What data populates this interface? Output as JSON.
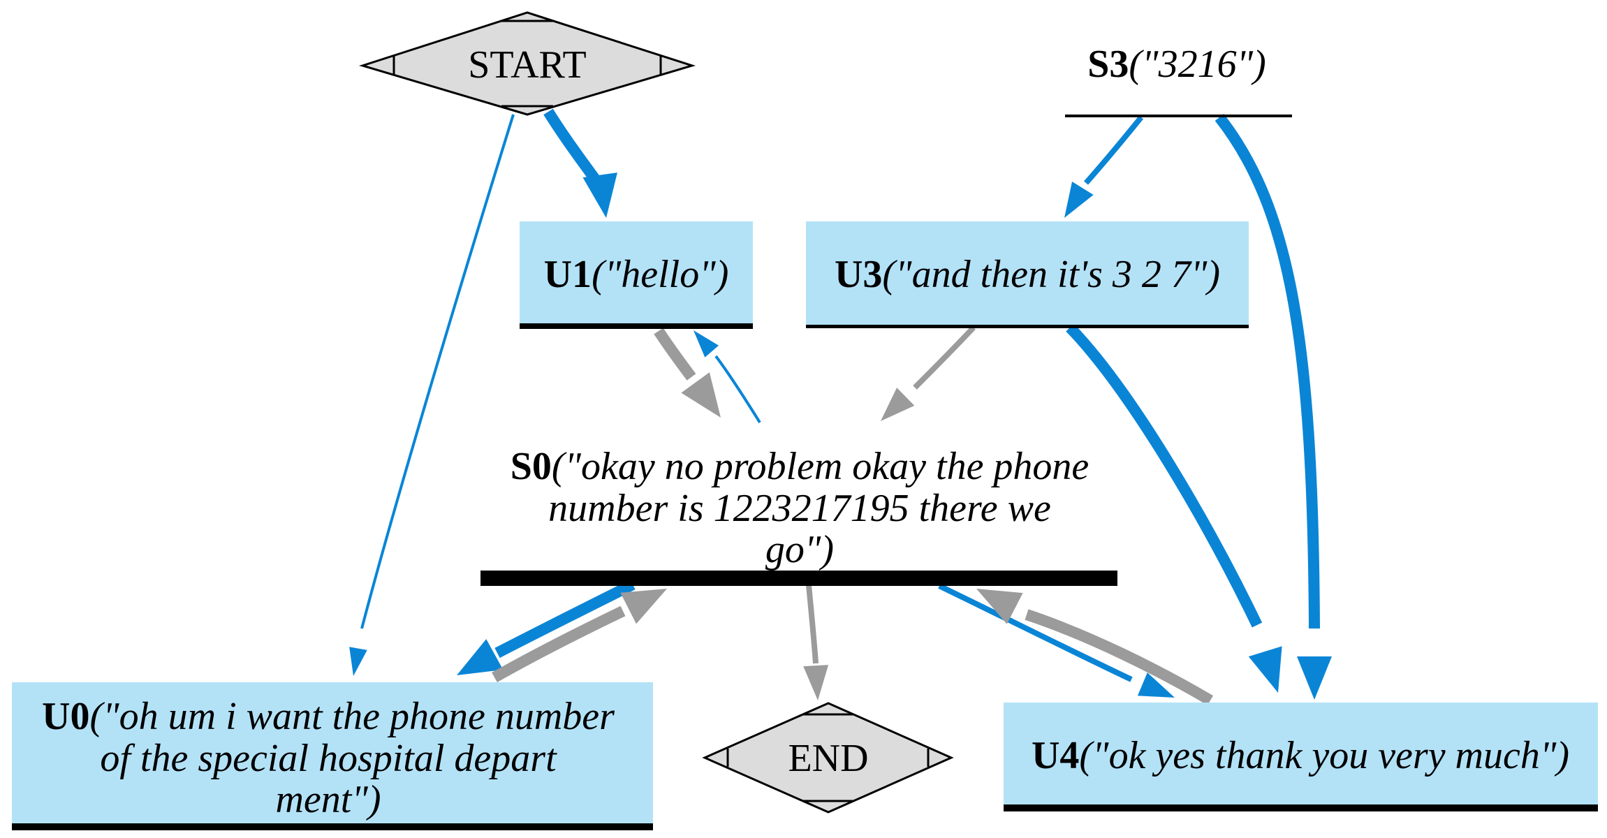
{
  "colors": {
    "user_fill": "#b3e2f7",
    "terminal_fill": "#dcdcdc",
    "blue_edge": "#0a85d6",
    "gray_edge": "#9b9b9b",
    "black": "#000000"
  },
  "terminals": {
    "start": {
      "label": "START"
    },
    "end": {
      "label": "END"
    }
  },
  "nodes": {
    "S3": {
      "id": "S3",
      "quote": "(\"3216\")",
      "kind": "system"
    },
    "U1": {
      "id": "U1",
      "quote": "(\"hello\")",
      "kind": "user"
    },
    "U3": {
      "id": "U3",
      "quote": "(\"and then it's 3 2 7\")",
      "kind": "user"
    },
    "S0": {
      "id": "S0",
      "quote_lines": [
        "(\"okay no problem okay the phone",
        "number is 1223217195 there we",
        "go\")"
      ],
      "kind": "system"
    },
    "U0": {
      "id": "U0",
      "quote_lines": [
        "(\"oh um i want the phone number",
        "of the special hospital depart",
        "ment\")"
      ],
      "kind": "user"
    },
    "U4": {
      "id": "U4",
      "quote": "(\"ok yes thank you very much\")",
      "kind": "user"
    }
  },
  "edges": [
    {
      "from": "START",
      "to": "U1",
      "color": "blue",
      "weight": "thick"
    },
    {
      "from": "START",
      "to": "U0",
      "color": "blue",
      "weight": "thin"
    },
    {
      "from": "S3",
      "to": "U3",
      "color": "blue",
      "weight": "medium"
    },
    {
      "from": "S3",
      "to": "U4",
      "color": "blue",
      "weight": "thick"
    },
    {
      "from": "U1",
      "to": "S0",
      "color": "gray",
      "weight": "thick"
    },
    {
      "from": "S0",
      "to": "U1",
      "color": "blue",
      "weight": "thin"
    },
    {
      "from": "U3",
      "to": "S0",
      "color": "gray",
      "weight": "medium"
    },
    {
      "from": "U3",
      "to": "U4",
      "color": "blue",
      "weight": "thick"
    },
    {
      "from": "S0",
      "to": "U0",
      "color": "blue",
      "weight": "thick"
    },
    {
      "from": "U0",
      "to": "S0",
      "color": "gray",
      "weight": "thick"
    },
    {
      "from": "S0",
      "to": "END",
      "color": "gray",
      "weight": "medium"
    },
    {
      "from": "S0",
      "to": "U4",
      "color": "blue",
      "weight": "medium"
    },
    {
      "from": "U4",
      "to": "S0",
      "color": "gray",
      "weight": "thick"
    }
  ]
}
